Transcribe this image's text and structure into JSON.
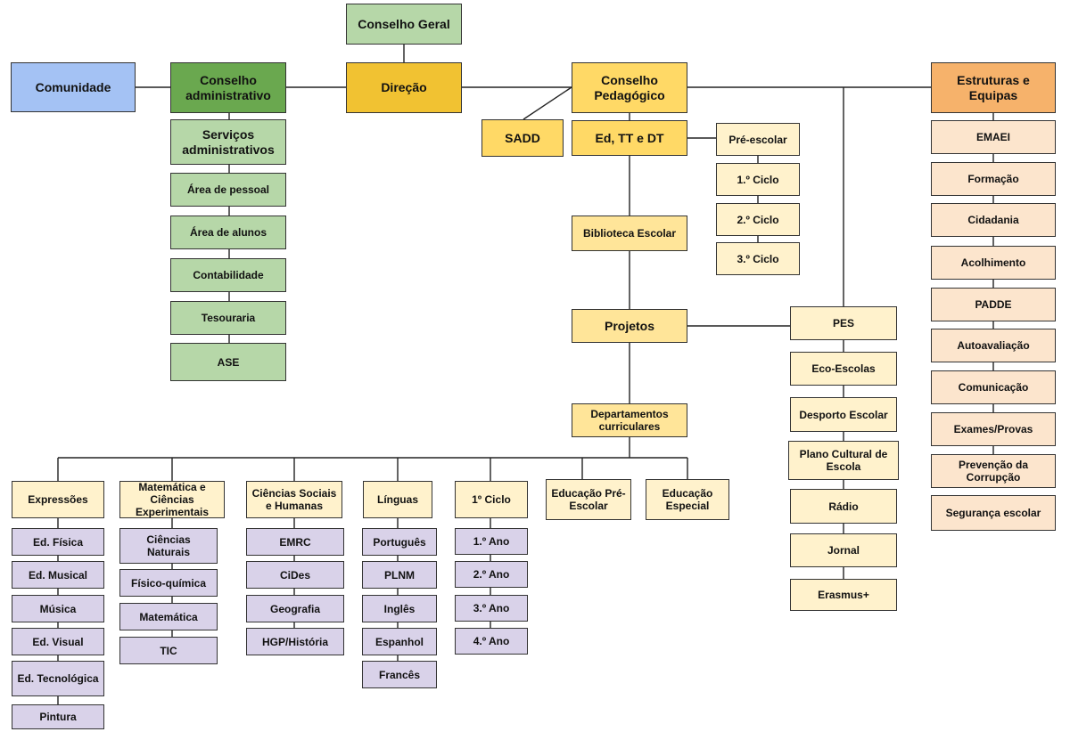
{
  "nodes": {
    "conselho_geral": "Conselho Geral",
    "comunidade": "Comunidade",
    "conselho_administrativo": "Conselho administrativo",
    "direcao": "Direção",
    "conselho_pedagogico": "Conselho Pedagógico",
    "estruturas_equipas": "Estruturas e Equipas",
    "servicos_administrativos": "Serviços administrativos",
    "area_pessoal": "Área de pessoal",
    "area_alunos": "Área de alunos",
    "contabilidade": "Contabilidade",
    "tesouraria": "Tesouraria",
    "ase": "ASE",
    "sadd": "SADD",
    "ed_tt_dt": "Ed, TT e DT",
    "pre_escolar": "Pré-escolar",
    "ciclo_1": "1.º Ciclo",
    "ciclo_2": "2.º Ciclo",
    "ciclo_3": "3.º Ciclo",
    "biblioteca": "Biblioteca Escolar",
    "projetos": "Projetos",
    "departamentos": "Departamentos curriculares",
    "pes": "PES",
    "eco_escolas": "Eco-Escolas",
    "desporto": "Desporto Escolar",
    "plano_cultural": "Plano Cultural de Escola",
    "radio": "Rádio",
    "jornal": "Jornal",
    "erasmus": "Erasmus+",
    "emaei": "EMAEI",
    "formacao": "Formação",
    "cidadania": "Cidadania",
    "acolhimento": "Acolhimento",
    "padde": "PADDE",
    "autoavaliacao": "Autoavaliação",
    "comunicacao": "Comunicação",
    "exames": "Exames/Provas",
    "prevencao": "Prevenção da Corrupção",
    "seguranca": "Segurança escolar",
    "expressoes": "Expressões",
    "ed_fisica": "Ed. Física",
    "ed_musical": "Ed. Musical",
    "musica": "Música",
    "ed_visual": "Ed. Visual",
    "ed_tecnologica": "Ed. Tecnológica",
    "pintura": "Pintura",
    "matematica_ce": "Matemática e Ciências Experimentais",
    "ciencias_naturais": "Ciências Naturais",
    "fisico_quimica": "Físico-química",
    "matematica": "Matemática",
    "tic": "TIC",
    "ciencias_sociais": "Ciências Sociais e Humanas",
    "emrc": "EMRC",
    "cides": "CiDes",
    "geografia": "Geografia",
    "hgp": "HGP/História",
    "linguas": "Línguas",
    "portugues": "Português",
    "plnm": "PLNM",
    "ingles": "Inglês",
    "espanhol": "Espanhol",
    "frances": "Francês",
    "primeiro_ciclo": "1º Ciclo",
    "ano_1": "1.º Ano",
    "ano_2": "2.º Ano",
    "ano_3": "3.º Ano",
    "ano_4": "4.º Ano",
    "educacao_pre": "Educação Pré-Escolar",
    "educacao_especial": "Educação Especial"
  },
  "colors": {
    "comunidade": "#a4c2f4",
    "administrativo_dark": "#6aa84f",
    "administrativo_light": "#b6d7a8",
    "direcao": "#f1c232",
    "pedagogico": "#ffd966",
    "pedagogico_light": "#ffe599",
    "pedagogico_pale": "#fff2cc",
    "estruturas": "#f6b26b",
    "estruturas_light": "#fce5cd",
    "disciplinas": "#d9d2e9"
  }
}
